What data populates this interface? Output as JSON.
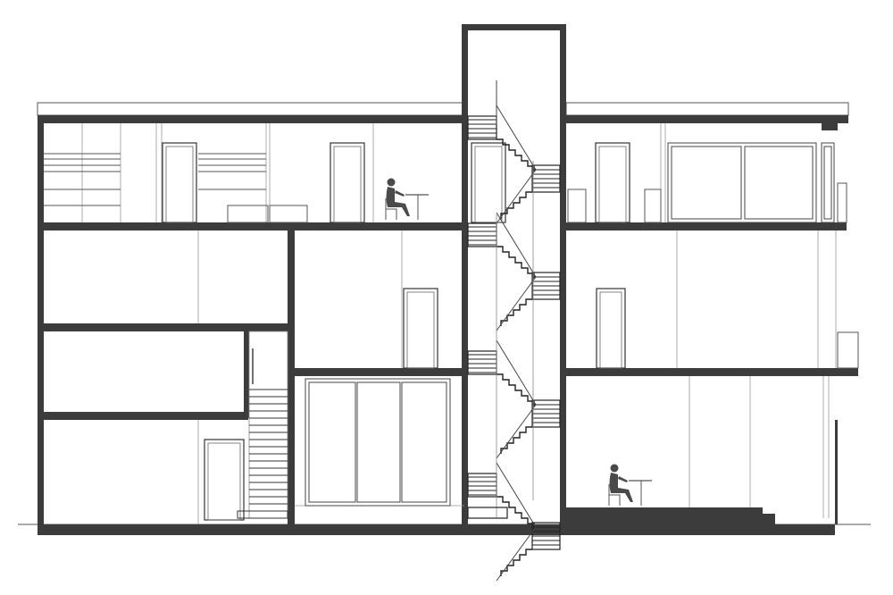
{
  "drawing": {
    "kind": "architectural-section",
    "colors": {
      "cut_walls": "#3c3c3c",
      "lines": "#555555",
      "background": "#ffffff"
    },
    "elements": [
      "roof-slab",
      "stair-tower",
      "floor-slabs",
      "doors",
      "windows",
      "staircases",
      "seated-figures",
      "tables"
    ]
  }
}
